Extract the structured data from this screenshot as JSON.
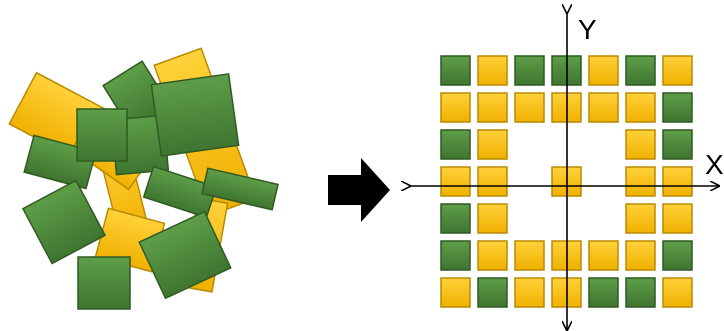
{
  "colors": {
    "green": "#4E8A3C",
    "green_edge": "#2F5A22",
    "yellow": "#FFC000",
    "yellow_edge": "#B88A00",
    "arrow": "#000000",
    "axis": "#000000"
  },
  "arrow": {
    "icon": "right-arrow-icon"
  },
  "axes": {
    "x_label": "X",
    "y_label": "Y"
  },
  "scattered_tiles": [
    {
      "color": "yellow"
    },
    {
      "color": "yellow"
    },
    {
      "color": "yellow"
    },
    {
      "color": "yellow"
    },
    {
      "color": "yellow"
    },
    {
      "color": "yellow"
    },
    {
      "color": "green"
    },
    {
      "color": "green"
    },
    {
      "color": "green"
    },
    {
      "color": "green"
    },
    {
      "color": "green"
    },
    {
      "color": "green"
    },
    {
      "color": "green"
    },
    {
      "color": "green"
    },
    {
      "color": "green"
    },
    {
      "color": "green"
    }
  ],
  "grid_pattern": [
    [
      "G",
      "Y",
      "G",
      "G",
      "Y",
      "G",
      "Y"
    ],
    [
      "Y",
      "Y",
      "Y",
      "Y",
      "Y",
      "Y",
      "G"
    ],
    [
      "G",
      "Y",
      "",
      "",
      "",
      "Y",
      "G"
    ],
    [
      "Y",
      "Y",
      "",
      "Y",
      "",
      "Y",
      "Y"
    ],
    [
      "G",
      "Y",
      "",
      "",
      "",
      "Y",
      "Y"
    ],
    [
      "G",
      "Y",
      "Y",
      "Y",
      "Y",
      "Y",
      "G"
    ],
    [
      "Y",
      "G",
      "Y",
      "Y",
      "G",
      "G",
      "Y"
    ]
  ]
}
